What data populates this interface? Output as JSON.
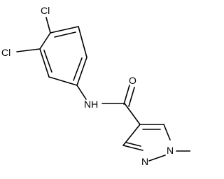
{
  "molecule": {
    "atoms": {
      "cl_top": "Cl",
      "cl_left": "Cl",
      "nh": "NH",
      "oxygen": "O",
      "n_ring": "N",
      "n_methyl": "N"
    }
  }
}
